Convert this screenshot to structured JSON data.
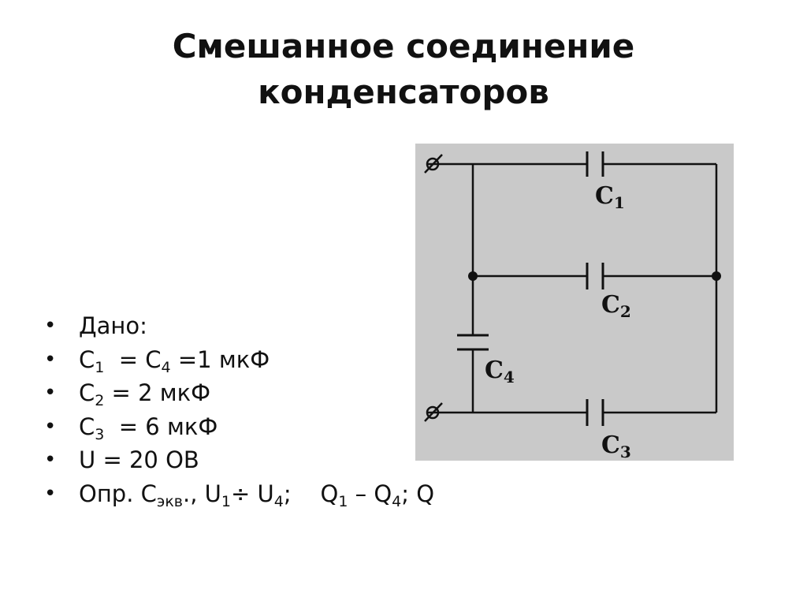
{
  "title": {
    "line1": "Смешанное соединение",
    "line2": "конденсаторов"
  },
  "circuit": {
    "terminal_symbol": "⌀",
    "capacitors": [
      {
        "id": "C1",
        "letter": "C",
        "sub": "1"
      },
      {
        "id": "C2",
        "letter": "C",
        "sub": "2"
      },
      {
        "id": "C4",
        "letter": "C",
        "sub": "4"
      },
      {
        "id": "C3",
        "letter": "C",
        "sub": "3"
      }
    ],
    "colors": {
      "panel": "#c9c9c9",
      "wire": "#111111"
    }
  },
  "given": {
    "heading": "Дано:",
    "line_c1c4": {
      "a": "C",
      "a_sub": "1",
      "mid": "  = C",
      "b_sub": "4",
      "rest": " =1 мкФ"
    },
    "line_c2": {
      "a": "C",
      "a_sub": "2",
      "rest": " = 2 мкФ"
    },
    "line_c3": {
      "a": "C",
      "a_sub": "3",
      "rest": "  = 6 мкФ"
    },
    "line_u": "U = 20 ОВ",
    "line_find": {
      "p1": "Опр. C",
      "s1": "экв",
      "p2": "., U",
      "s2": "1",
      "p3": "÷ U",
      "s3": "4",
      "p4": ";    Q",
      "s4": "1",
      "p5": " – Q",
      "s5": "4",
      "p6": "; Q"
    }
  }
}
